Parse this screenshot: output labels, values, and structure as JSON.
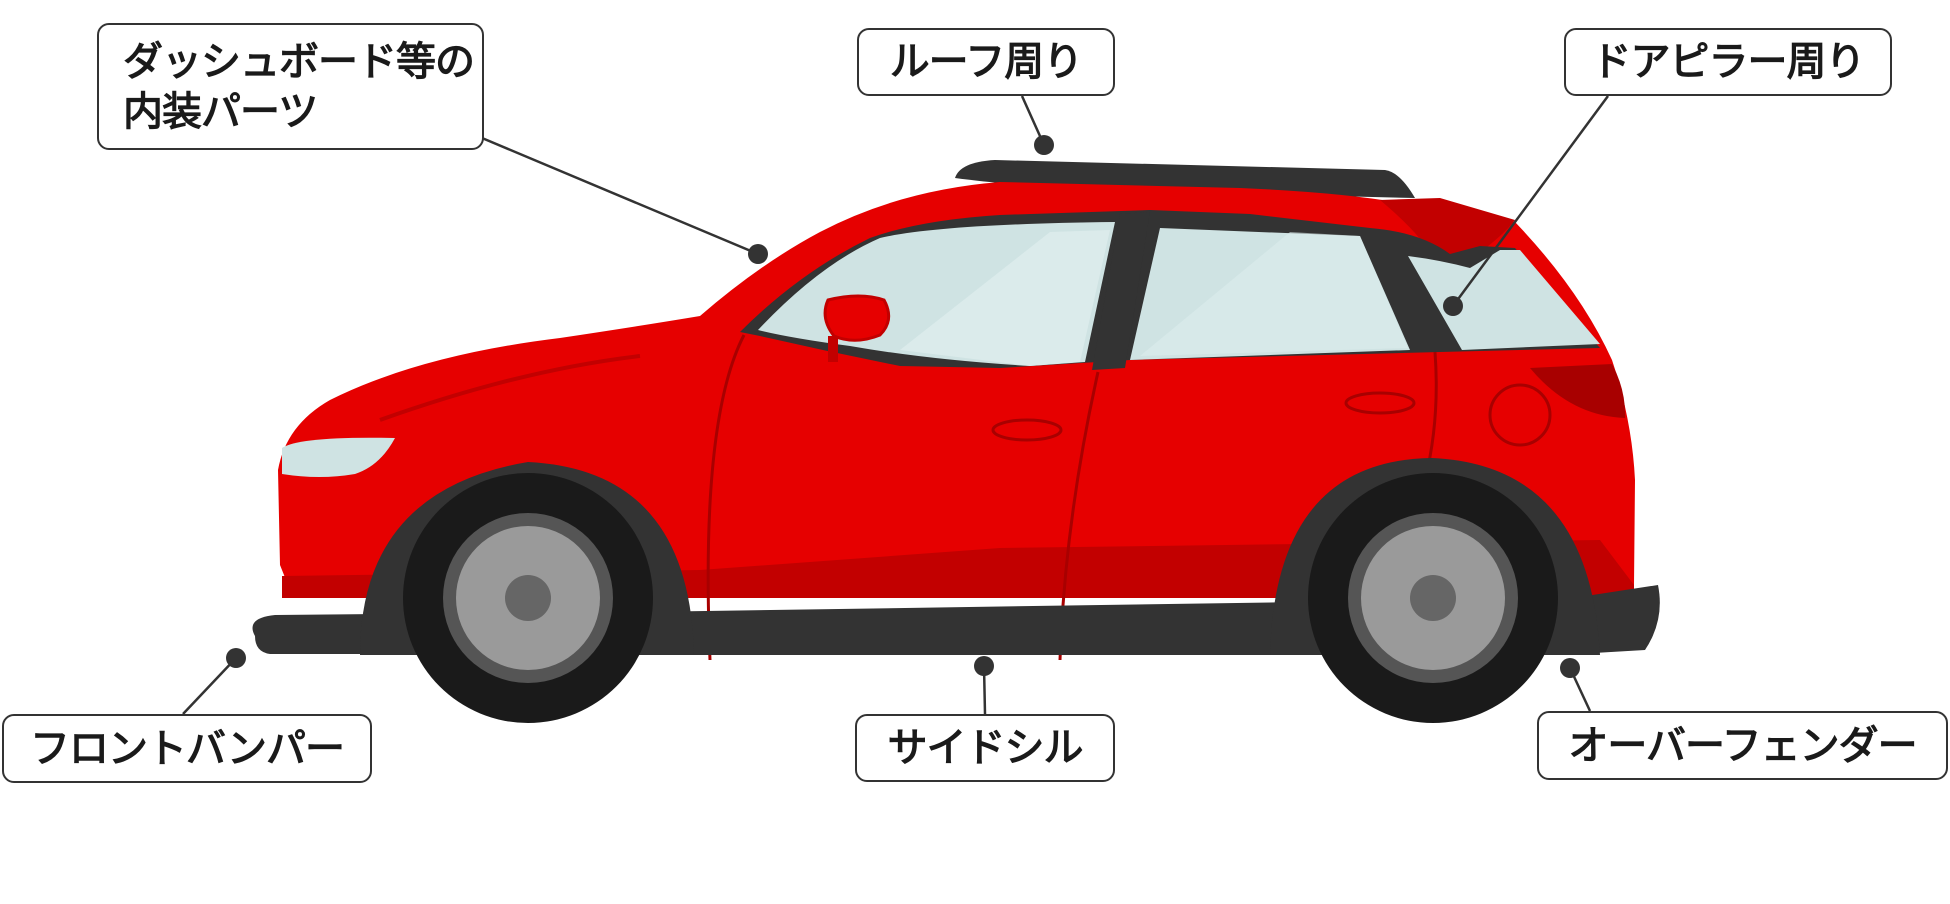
{
  "labels": {
    "dashboard": {
      "line1": "ダッシュボード等の",
      "line2": "内装パーツ"
    },
    "roof": "ルーフ周り",
    "pillar": "ドアピラー周り",
    "bumper": "フロントバンパー",
    "sill": "サイドシル",
    "fender": "オーバーフェンダー"
  },
  "colors": {
    "body": "#e60000",
    "body_shadow": "#c20000",
    "tire": "#2b2b2b",
    "wheel": "#9a9a9a",
    "window": "#cfe3e3",
    "trim": "#333333",
    "leader": "#333333"
  }
}
